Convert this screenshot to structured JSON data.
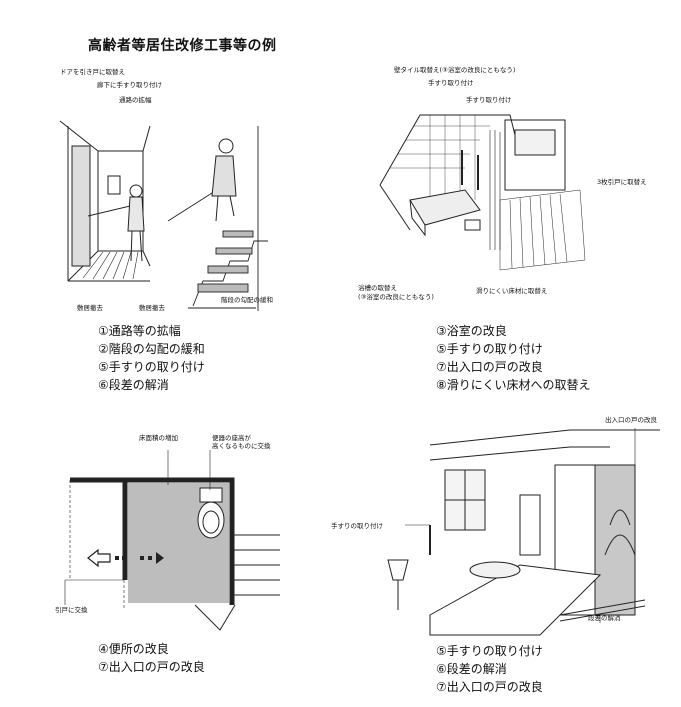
{
  "title": "高齢者等居住改修工事等の例",
  "panels": [
    {
      "callouts": {
        "door": "ドアを引き戸に取替え",
        "corridor_handrail": "廊下に手すり取り付け",
        "widen": "通路の拡幅",
        "sill1": "敷居撤去",
        "sill2": "敷居撤去",
        "stairs": "階段の勾配の緩和"
      },
      "items": [
        "①通路等の拡幅",
        "②階段の勾配の緩和",
        "⑤手すりの取り付け",
        "⑥段差の解消"
      ]
    },
    {
      "callouts": {
        "wall_tile": "壁タイル取替え(③浴室の改良にともなう)",
        "handrail1": "手すり取り付け",
        "handrail2": "手すり取り付け",
        "sliding_door": "3枚引戸に取替え",
        "bathtub": "浴槽の取替え",
        "bathtub2": "(③浴室の改良にともなう)",
        "floor": "滑りにくい床材に取替え"
      },
      "items": [
        "③浴室の改良",
        "⑤手すりの取り付け",
        "⑦出入口の戸の改良",
        "⑧滑りにくい床材への取替え"
      ]
    },
    {
      "callouts": {
        "floor_area": "床面積の増加",
        "toilet_seat": "便器の座高が",
        "toilet_seat2": "高くなるものに交換",
        "sliding": "引戸に交換"
      },
      "items": [
        "④便所の改良",
        "⑦出入口の戸の改良"
      ]
    },
    {
      "callouts": {
        "entrance": "出入口の戸の改良",
        "handrail": "手すりの取り付け",
        "step": "段差の解消"
      },
      "items": [
        "⑤手すりの取り付け",
        "⑥段差の解消",
        "⑦出入口の戸の改良"
      ]
    }
  ]
}
